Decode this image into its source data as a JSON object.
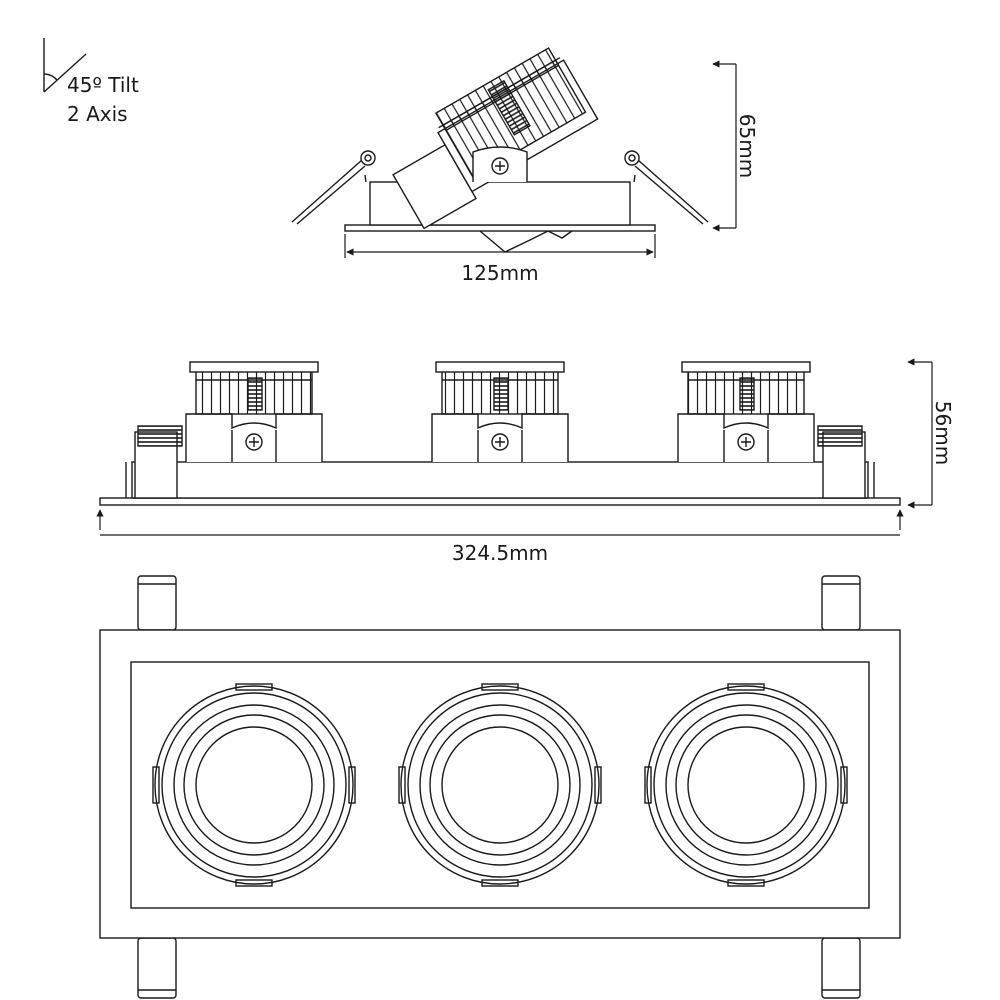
{
  "tilt_note": {
    "line1": "45º Tilt",
    "line2": "2 Axis"
  },
  "dimensions": {
    "side_width": "125mm",
    "side_height": "65mm",
    "front_width": "324.5mm",
    "front_height": "56mm"
  },
  "product": {
    "light_count": 3
  },
  "colors": {
    "line": "#1a1a1a",
    "background": "#ffffff"
  }
}
